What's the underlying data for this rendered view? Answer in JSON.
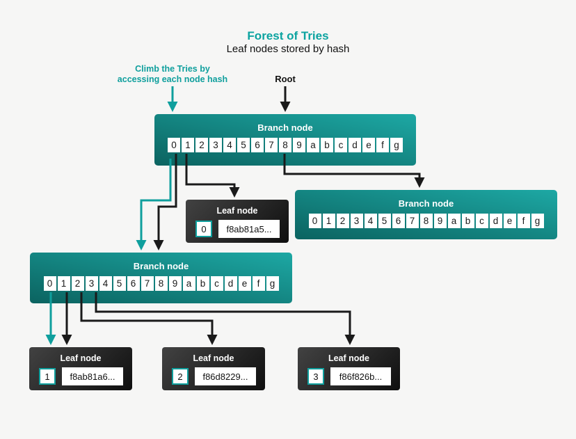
{
  "title": "Forest of Tries",
  "subtitle": "Leaf nodes stored by hash",
  "annotations": {
    "climb_line1": "Climb the Tries by",
    "climb_line2": "accessing each node hash",
    "root_label": "Root"
  },
  "branch_cells": [
    "0",
    "1",
    "2",
    "3",
    "4",
    "5",
    "6",
    "7",
    "8",
    "9",
    "a",
    "b",
    "c",
    "d",
    "e",
    "f",
    "g"
  ],
  "nodes": {
    "branch_top": {
      "label": "Branch node"
    },
    "branch_right": {
      "label": "Branch node"
    },
    "branch_left": {
      "label": "Branch node"
    },
    "leaf_0": {
      "label": "Leaf node",
      "index": "0",
      "hash": "f8ab81a5..."
    },
    "leaf_1": {
      "label": "Leaf node",
      "index": "1",
      "hash": "f8ab81a6..."
    },
    "leaf_2": {
      "label": "Leaf node",
      "index": "2",
      "hash": "f86d8229..."
    },
    "leaf_3": {
      "label": "Leaf node",
      "index": "3",
      "hash": "f86f826b..."
    }
  },
  "colors": {
    "accent_teal": "#0f9f9d",
    "title_teal": "#0ba3a0",
    "branch_gradient_dark": "#0b6360",
    "branch_gradient_light": "#1da8a4",
    "leaf_gradient_light": "#424242",
    "leaf_gradient_dark": "#0f0f0f",
    "connector_black": "#1a1a1a",
    "cell_background": "#ffffff",
    "page_background": "#f6f6f5"
  }
}
